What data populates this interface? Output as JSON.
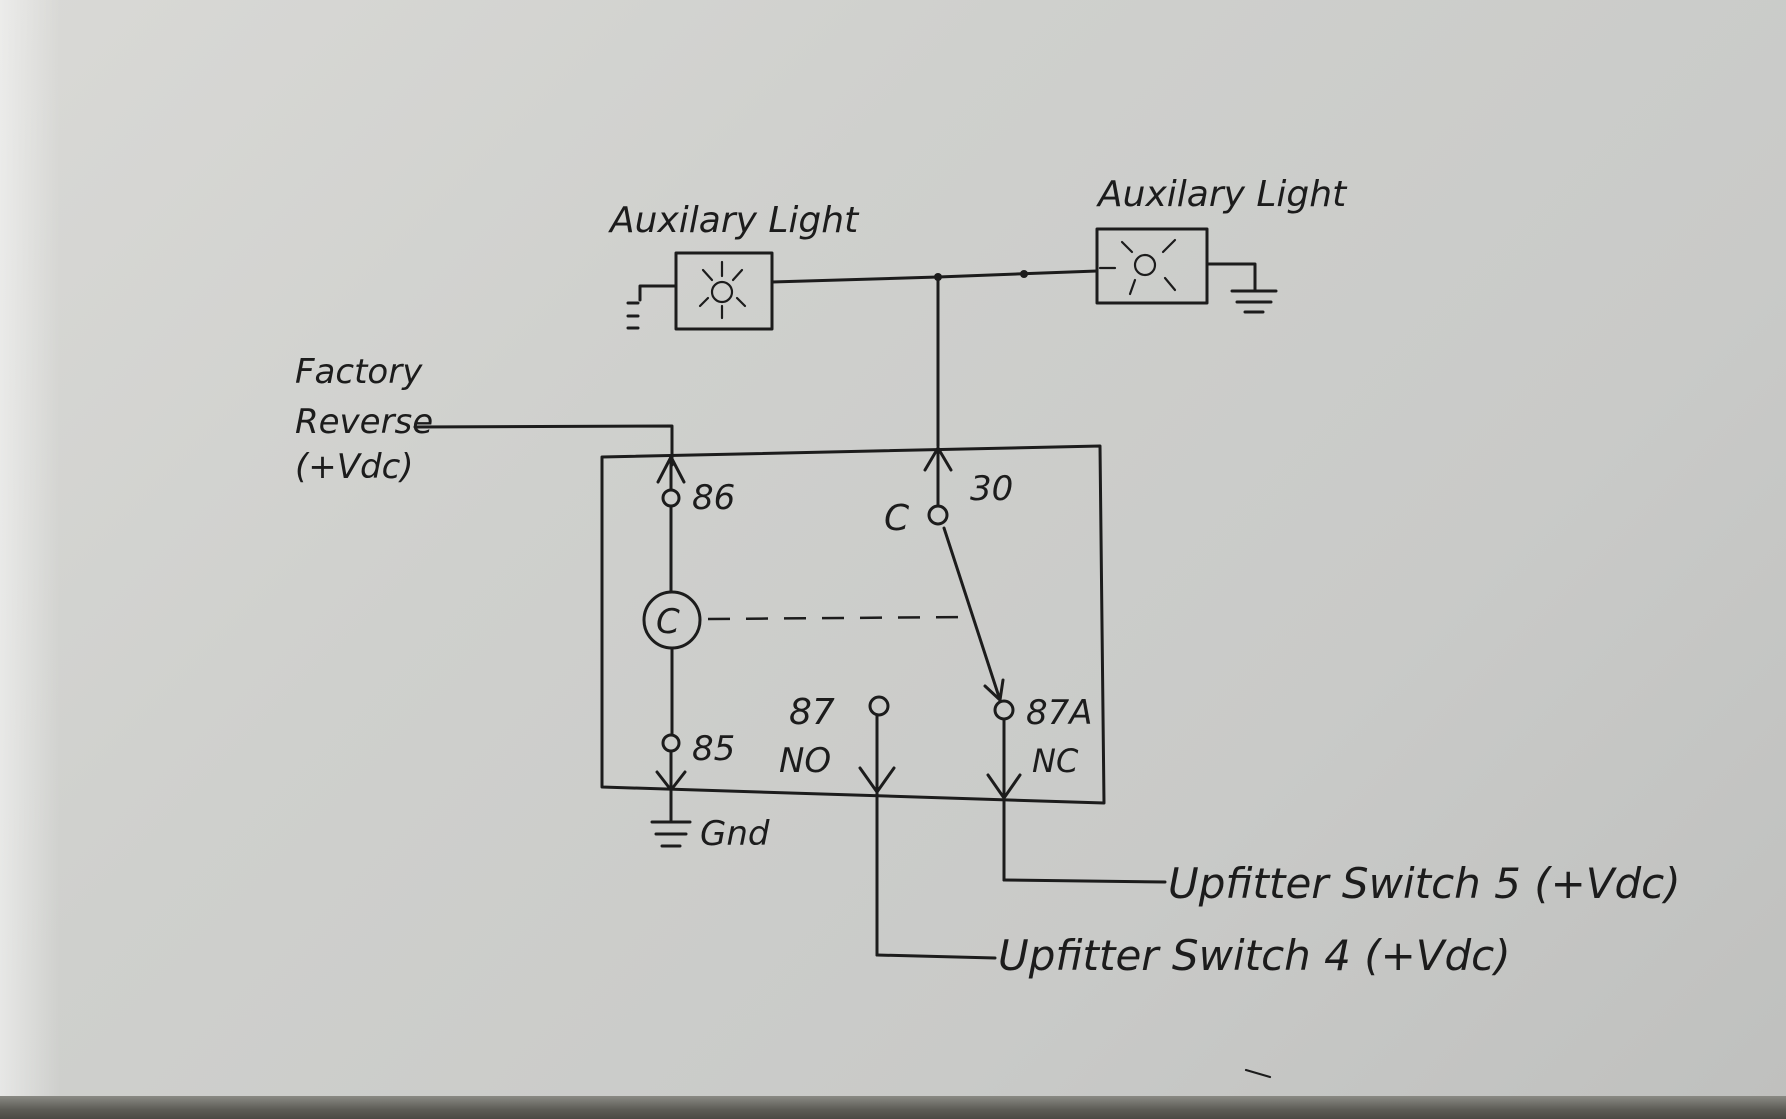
{
  "labels": {
    "aux_light_left": "Auxilary Light",
    "aux_light_right": "Auxilary Light",
    "factory_reverse_line1": "Factory",
    "factory_reverse_line2": "Reverse",
    "factory_reverse_line3": "(+Vdc)",
    "pin_86": "86",
    "pin_85": "85",
    "pin_30": "30",
    "pin_87": "87",
    "pin_87a": "87A",
    "pin_87_type": "NO",
    "pin_87a_type": "NC",
    "common_label": "C",
    "coil_label": "C",
    "ground": "Gnd",
    "upfitter_5": "Upfitter Switch 5 (+Vdc)",
    "upfitter_4": "Upfitter Switch 4 (+Vdc)"
  },
  "colors": {
    "ink": "#1c1c1c",
    "paper": "#d3d4d1"
  }
}
